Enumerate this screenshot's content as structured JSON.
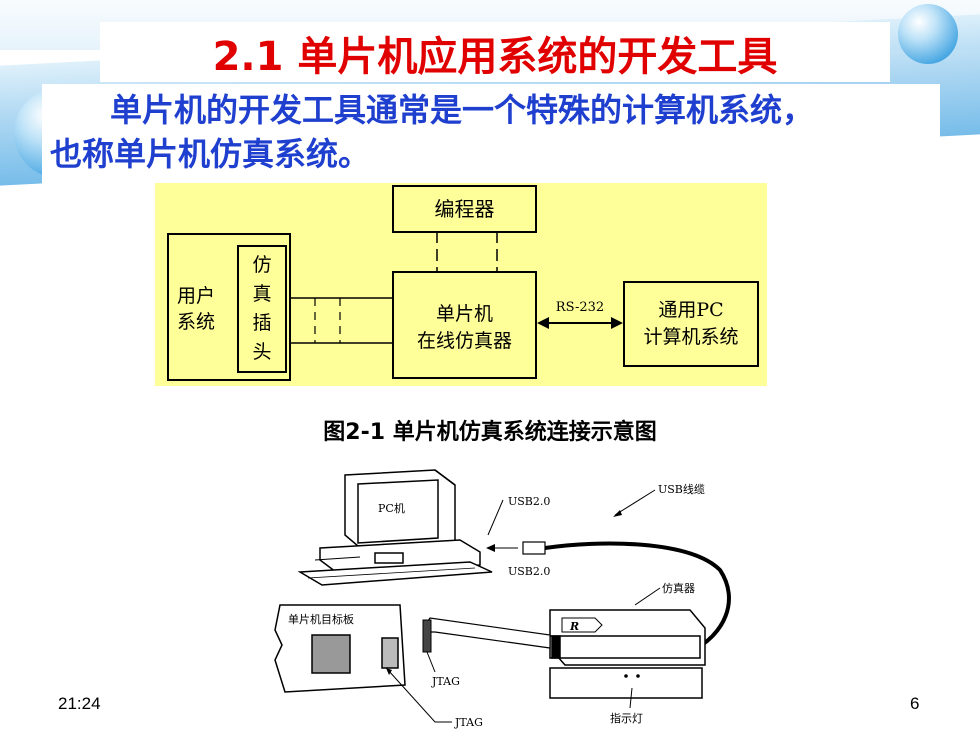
{
  "slide": {
    "title": "2.1 单片机应用系统的开发工具",
    "intro_line1": "单片机的开发工具通常是一个特殊的计算机系统，",
    "intro_line2": "也称单片机仿真系统。",
    "time": "21:24",
    "page_number": "6"
  },
  "block_diagram": {
    "programmer": "编程器",
    "user_system_l1": "用户",
    "user_system_l2": "系统",
    "plug_chars": [
      "仿",
      "真",
      "插",
      "头"
    ],
    "emulator_l1": "单片机",
    "emulator_l2": "在线仿真器",
    "link_label": "RS-232",
    "pc_l1": "通用PC",
    "pc_l2": "计算机系统",
    "caption": "图2-1 单片机仿真系统连接示意图"
  },
  "illustration": {
    "pc_label": "PC机",
    "usb_port_top": "USB2.0",
    "usb_port_bottom": "USB2.0",
    "usb_cable": "USB线缆",
    "emulator": "仿真器",
    "target_board": "单片机目标板",
    "jtag_upper": "JTAG",
    "jtag_lower": "JTAG",
    "indicator": "指示灯",
    "logo_letter": "R"
  },
  "colors": {
    "title": "#e00000",
    "intro": "#1f3fcf",
    "diagram_bg": "#ffff99"
  }
}
